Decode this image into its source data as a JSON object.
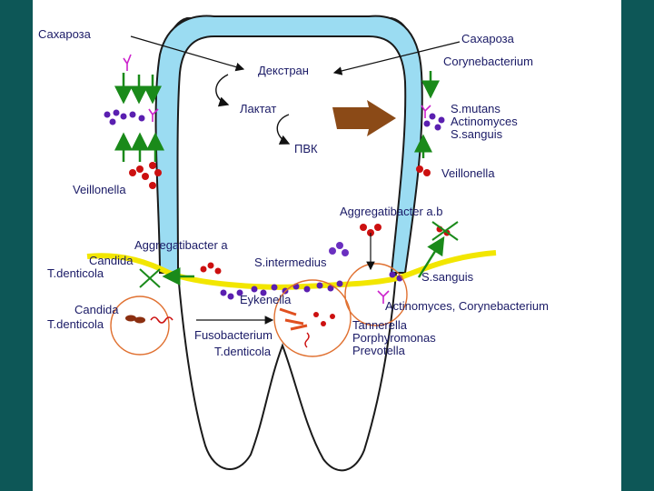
{
  "labels": {
    "sucrose_left": "Сахароза",
    "sucrose_right": "Сахароза",
    "dextran": "Декстран",
    "lactate": "Лактат",
    "pvk": "ПВК",
    "corynebacterium": "Corynebacterium",
    "s_mutans": "S.mutans",
    "actinomyces": "Actinomyces",
    "s_sanguis_top": "S.sanguis",
    "veillonella_right": "Veillonella",
    "veillonella_left": "Veillonella",
    "aggregatibacter_ab": "Aggregatibacter a.b",
    "aggregatibacter_a": "Aggregatibacter a",
    "candida_1": "Candida",
    "t_denticola_1": "T.denticola",
    "s_intermedius": "S.intermedius",
    "s_sanguis_bottom": "S.sanguis",
    "eykenella": "Eykenella",
    "actinomyces_corynebacterium": "Actinomyces, Corynebacterium",
    "candida_2": "Candida",
    "t_denticola_2": "T.denticola",
    "fusobacterium": "Fusobacterium",
    "t_denticola_3": "T.denticola",
    "tannerella": "Tannerella",
    "porphyromonas": "Porphyromonas",
    "prevotella": "Prevotella"
  },
  "colors": {
    "enamel": "#9bdcf2",
    "outline": "#1a1a1a",
    "gum_line": "#f2e600",
    "bacteria_purple": "#5a1fb0",
    "bacteria_red": "#cc1010",
    "bacteria_magenta": "#cc22cc",
    "arrow_green": "#1a8a1a",
    "text": "#1a1a66"
  }
}
